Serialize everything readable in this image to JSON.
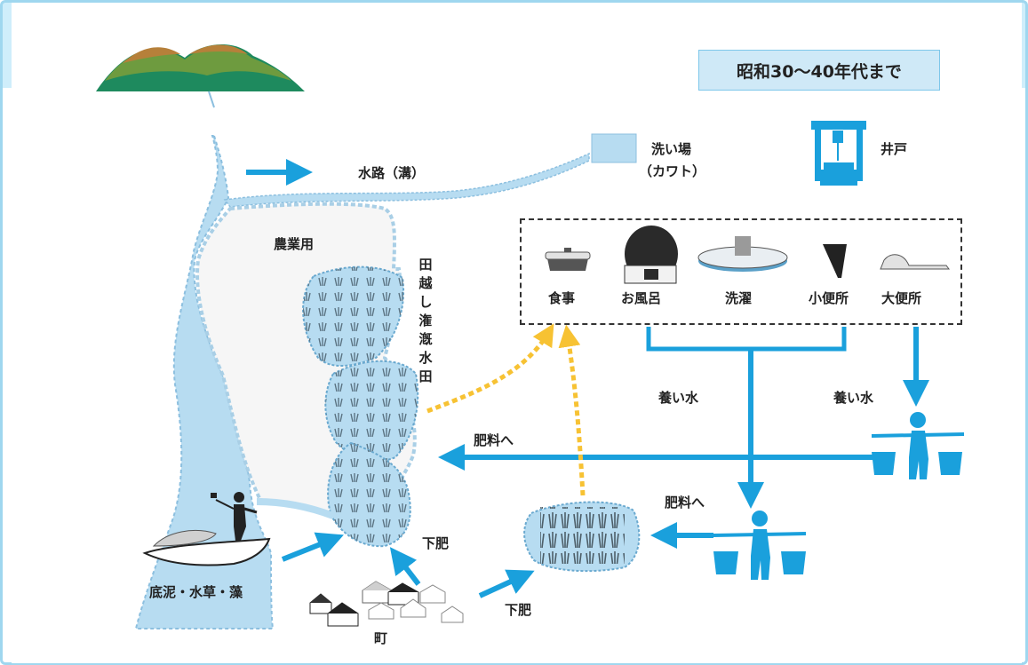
{
  "era": "昭和30〜40年代まで",
  "labels": {
    "canal": "水路（溝）",
    "washplace_line1": "洗い場",
    "washplace_line2": "（カワト）",
    "well": "井戸",
    "farmland": "農業用",
    "paddy": "田越し潅漑水田",
    "sediment": "底泥・水草・藻",
    "town": "町",
    "nightsoil_1": "下肥",
    "nightsoil_2": "下肥",
    "fertilizer_1": "肥料へ",
    "fertilizer_2": "肥料へ",
    "yashinaimizu_1": "養い水",
    "yashinaimizu_2": "養い水"
  },
  "facilities": [
    "食事",
    "お風呂",
    "洗濯",
    "小便所",
    "大便所"
  ],
  "colors": {
    "water": "#b7dcf1",
    "water_edge": "#8cbfdf",
    "arrow": "#1aa0dc",
    "dashed_arrow": "#f7c233",
    "frame": "#9fd7ef",
    "era_box": "#cfe9f7",
    "mountain": "#1e8a5e"
  }
}
